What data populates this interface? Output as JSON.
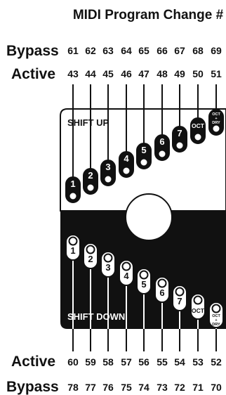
{
  "title": "MIDI Program Change #",
  "labels": {
    "bypass": "Bypass",
    "active": "Active"
  },
  "section_labels": {
    "shift_up": "SHIFT UP",
    "shift_down": "SHIFT DOWN"
  },
  "shift_up": {
    "bypass": [
      "61",
      "62",
      "63",
      "64",
      "65",
      "66",
      "67",
      "68",
      "69"
    ],
    "active": [
      "43",
      "44",
      "45",
      "46",
      "47",
      "48",
      "49",
      "50",
      "51"
    ],
    "pedals": [
      "1",
      "2",
      "3",
      "4",
      "5",
      "6",
      "7",
      "OCT",
      "OCT + DRY"
    ]
  },
  "shift_down": {
    "active": [
      "60",
      "59",
      "58",
      "57",
      "56",
      "55",
      "54",
      "53",
      "52"
    ],
    "bypass": [
      "78",
      "77",
      "76",
      "75",
      "74",
      "73",
      "72",
      "71",
      "70"
    ],
    "pedals": [
      "1",
      "2",
      "3",
      "4",
      "5",
      "6",
      "7",
      "OCT",
      "OCT + DRY"
    ]
  },
  "colors": {
    "ink": "#111111",
    "paper": "#ffffff"
  }
}
